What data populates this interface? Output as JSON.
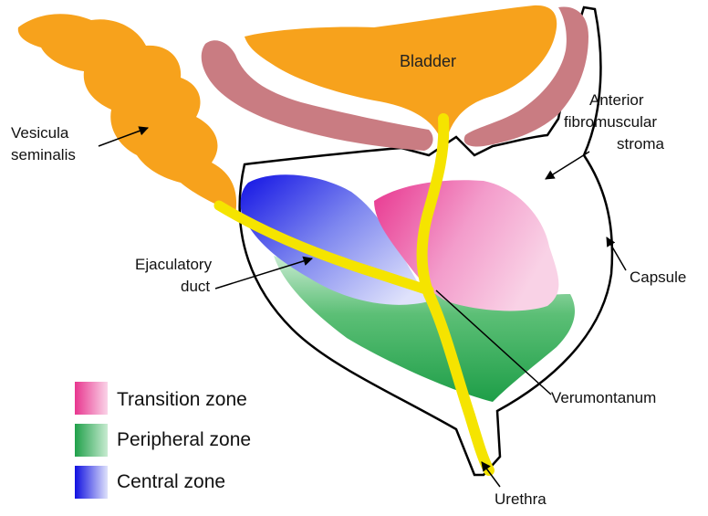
{
  "labels": {
    "bladder": "Bladder",
    "vesicula_line1": "Vesicula",
    "vesicula_line2": "seminalis",
    "anterior_line1": "Anterior",
    "anterior_line2": "fibromuscular",
    "anterior_line3": "stroma",
    "ejaculatory_line1": "Ejaculatory",
    "ejaculatory_line2": "duct",
    "capsule": "Capsule",
    "verumontanum": "Verumontanum",
    "urethra": "Urethra"
  },
  "legend": [
    {
      "label": "Transition zone",
      "color_light": "#f6b8d8",
      "color_dark": "#e8368f"
    },
    {
      "label": "Peripheral zone",
      "color_light": "#bfe6c9",
      "color_dark": "#20a04a"
    },
    {
      "label": "Central zone",
      "color_light": "#c8cdf8",
      "color_dark": "#1010e0"
    }
  ],
  "colors": {
    "orange": "#f7a21c",
    "yellow_duct": "#f5e400",
    "muscle": "#c97c82",
    "outline": "#000000"
  }
}
